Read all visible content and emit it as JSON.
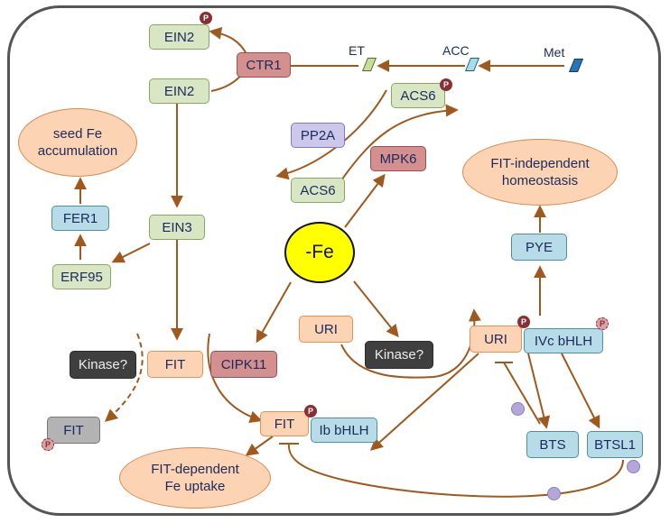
{
  "colors": {
    "arrow": "#a0591d",
    "border": "#555555",
    "phospho": "#8b2f35"
  },
  "nodes": {
    "ein2_top": "EIN2",
    "ein2_bottom": "EIN2",
    "ctr1": "CTR1",
    "et": "ET",
    "acc": "ACC",
    "met": "Met",
    "acs6_top": "ACS6",
    "pp2a": "PP2A",
    "acs6_bottom": "ACS6",
    "mpk6": "MPK6",
    "seed_fe": "seed Fe\naccumulation",
    "fer1": "FER1",
    "ein3": "EIN3",
    "erf95": "ERF95",
    "fit_independent": "FIT-independent\nhomeostasis",
    "pye": "PYE",
    "fe": "-Fe",
    "uri_left": "URI",
    "kinase_left": "Kinase?",
    "fit_center": "FIT",
    "cipk11": "CIPK11",
    "kinase_right": "Kinase?",
    "uri_right": "URI",
    "ivc_bhlh": "IVc bHLH",
    "fit_gray": "FIT",
    "fit_complex": "FIT",
    "ib_bhlh": "Ib bHLH",
    "bts": "BTS",
    "btsl1": "BTSL1",
    "fit_dependent": "FIT-dependent\nFe uptake"
  },
  "phospho_label": "P"
}
